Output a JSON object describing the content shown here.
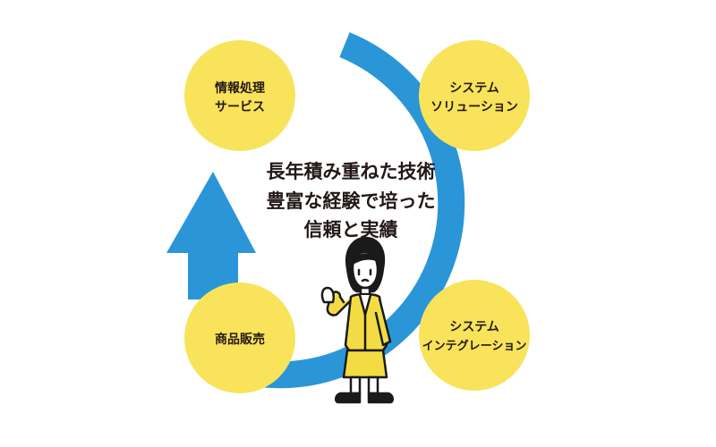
{
  "diagram": {
    "center_lines": [
      "長年積み重ねた技術",
      "豊富な経験で培った",
      "信頼と実績"
    ],
    "nodes": [
      {
        "lines": [
          "情報処理",
          "サービス"
        ]
      },
      {
        "lines": [
          "システム",
          "ソリューション"
        ]
      },
      {
        "lines": [
          "システム",
          "インテグレーション"
        ]
      },
      {
        "lines": [
          "商品販売"
        ]
      }
    ],
    "colors": {
      "ring": "#2a96d8",
      "node": "#f8e35a",
      "text": "#231815",
      "figure_suit": "#f3dc43",
      "figure_outline": "#1a1a1a"
    }
  }
}
